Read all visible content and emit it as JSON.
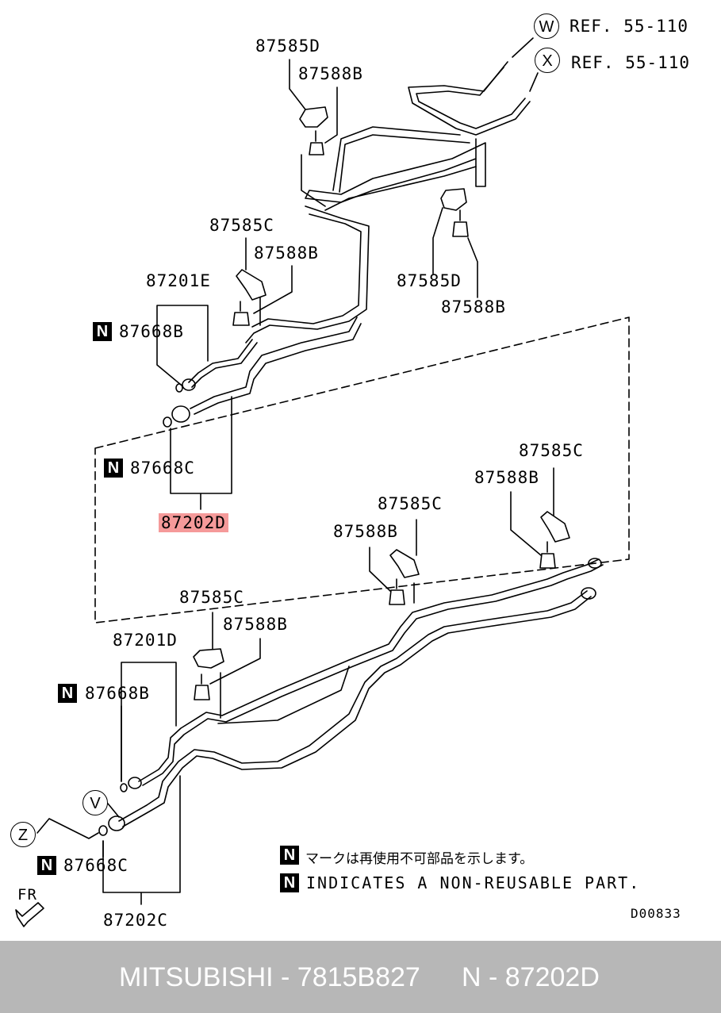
{
  "references": [
    {
      "letter": "W",
      "text": "REF. 55-110"
    },
    {
      "letter": "X",
      "text": "REF. 55-110"
    }
  ],
  "callouts": {
    "v": "V",
    "z": "Z"
  },
  "parts": {
    "p87585D_top": "87585D",
    "p87588B_top": "87588B",
    "p87585C_a": "87585C",
    "p87588B_a": "87588B",
    "p87201E": "87201E",
    "p87668B_a": "87668B",
    "p87585D_right": "87585D",
    "p87588B_right": "87588B",
    "p87668C_a": "87668C",
    "p87202D": "87202D",
    "p87585C_b": "87585C",
    "p87588B_b": "87588B",
    "p87585C_c": "87585C",
    "p87588B_c": "87588B",
    "p87585C_d": "87585C",
    "p87588B_d": "87588B",
    "p87201D": "87201D",
    "p87668B_b": "87668B",
    "p87668C_b": "87668C",
    "p87202C": "87202C"
  },
  "n_mark": "N",
  "notes": {
    "jp": "マークは再使用不可部品を示します。",
    "en": "INDICATES A NON-REUSABLE PART."
  },
  "front_label": "FR",
  "diagram_code": "D00833",
  "footer": {
    "brand": "MITSUBISHI - 7815B827",
    "part": "N - 87202D"
  }
}
